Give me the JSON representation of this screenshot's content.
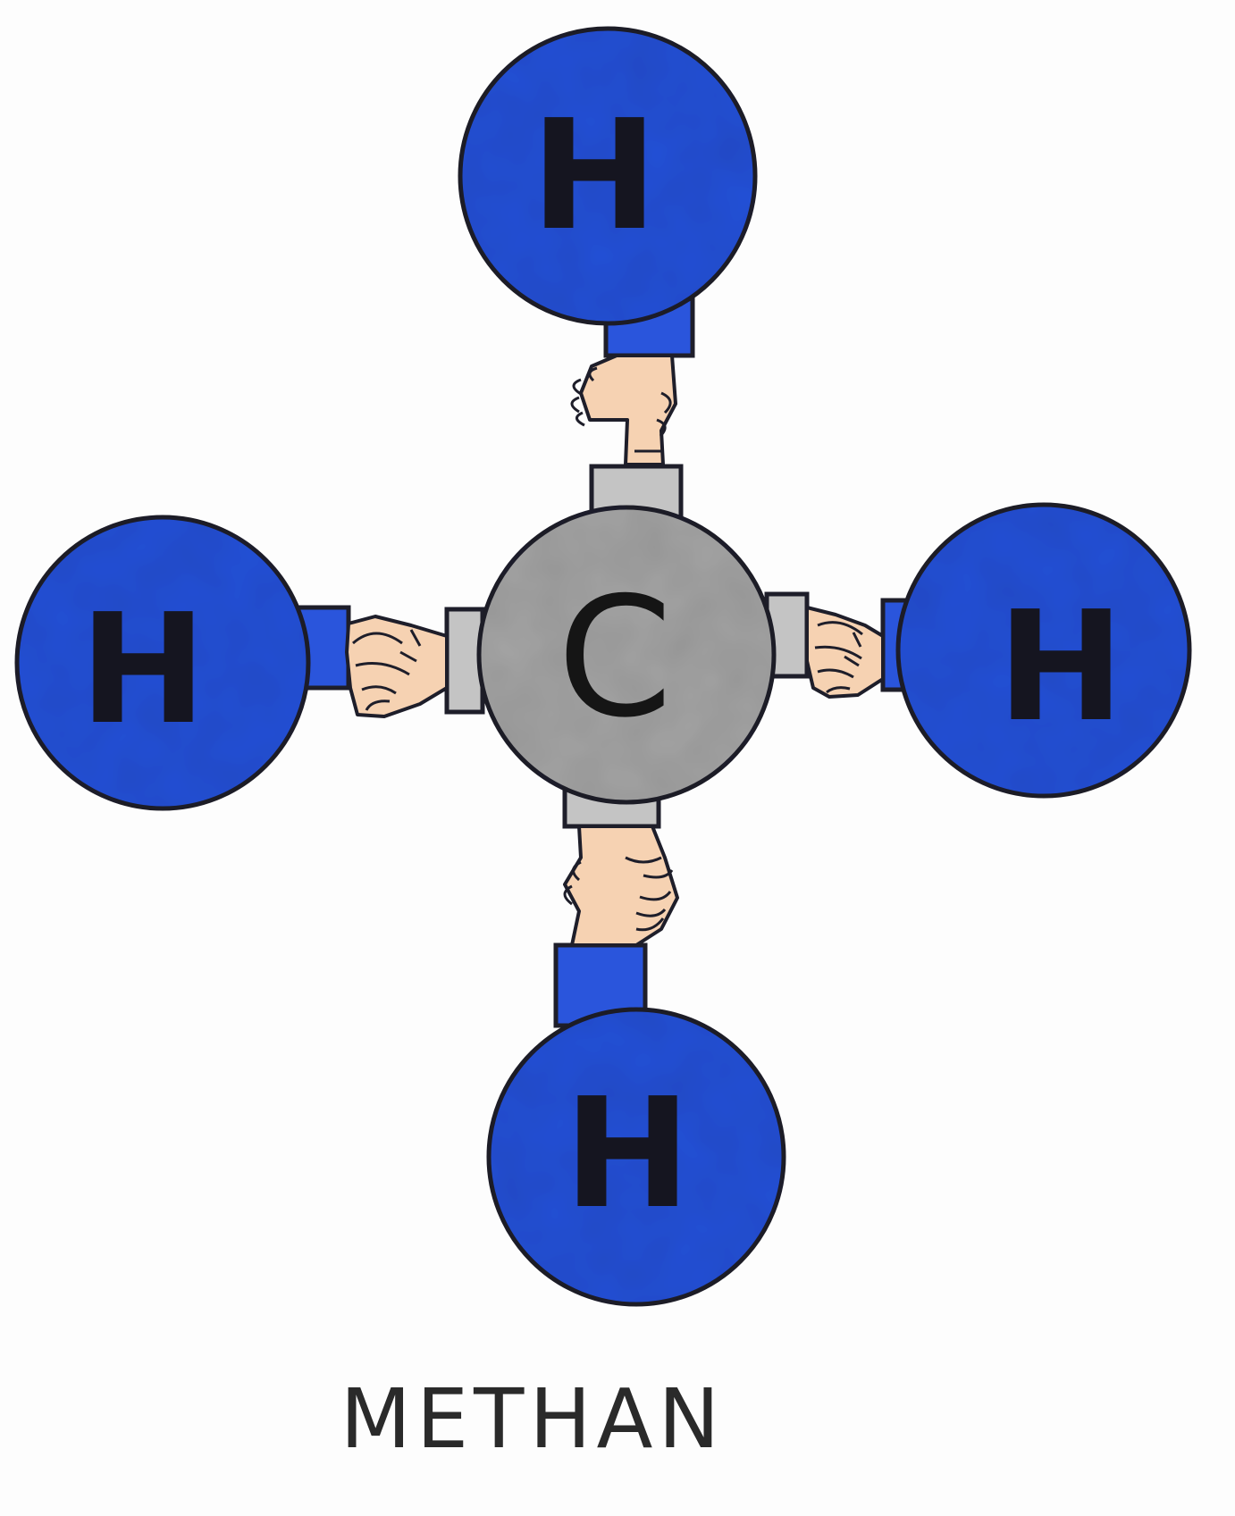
{
  "diagram": {
    "caption": "METHAN",
    "center_atom": {
      "symbol": "C",
      "color": "#a3a3a3"
    },
    "hydrogen_atoms": [
      {
        "symbol": "H",
        "position": "top"
      },
      {
        "symbol": "H",
        "position": "left"
      },
      {
        "symbol": "H",
        "position": "right"
      },
      {
        "symbol": "H",
        "position": "bottom"
      }
    ],
    "colors": {
      "hydrogen": "#2450d6",
      "carbon": "#a3a3a3",
      "sleeve_hydrogen": "#2a55dc",
      "sleeve_carbon": "#c4c4c4",
      "hand": "#f6d2b2",
      "outline": "#1e1e2a"
    }
  }
}
